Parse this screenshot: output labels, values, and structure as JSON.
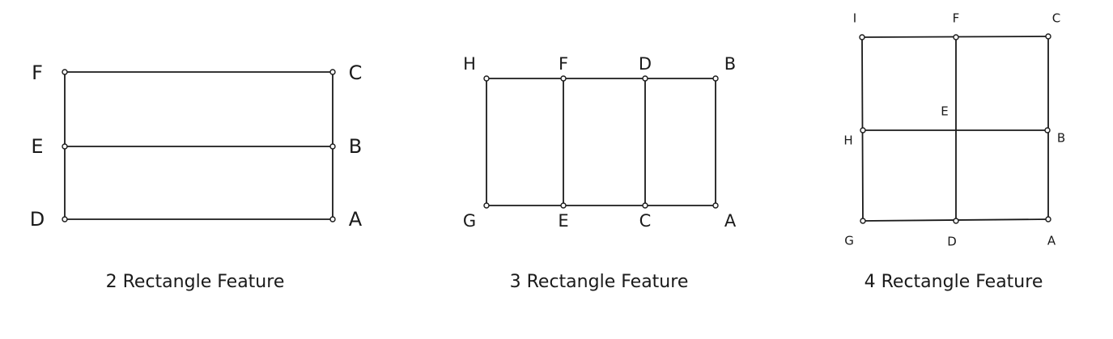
{
  "diagrams": [
    {
      "caption": "2 Rectangle Feature",
      "labels": {
        "F": "F",
        "C": "C",
        "E": "E",
        "B": "B",
        "D": "D",
        "A": "A"
      }
    },
    {
      "caption": "3 Rectangle Feature",
      "labels": {
        "H": "H",
        "F": "F",
        "D": "D",
        "B": "B",
        "G": "G",
        "E": "E",
        "C": "C",
        "A": "A"
      }
    },
    {
      "caption": "4 Rectangle Feature",
      "labels": {
        "I": "I",
        "F": "F",
        "C": "C",
        "E": "E",
        "H": "H",
        "B": "B",
        "G": "G",
        "D": "D",
        "A": "A"
      }
    }
  ]
}
